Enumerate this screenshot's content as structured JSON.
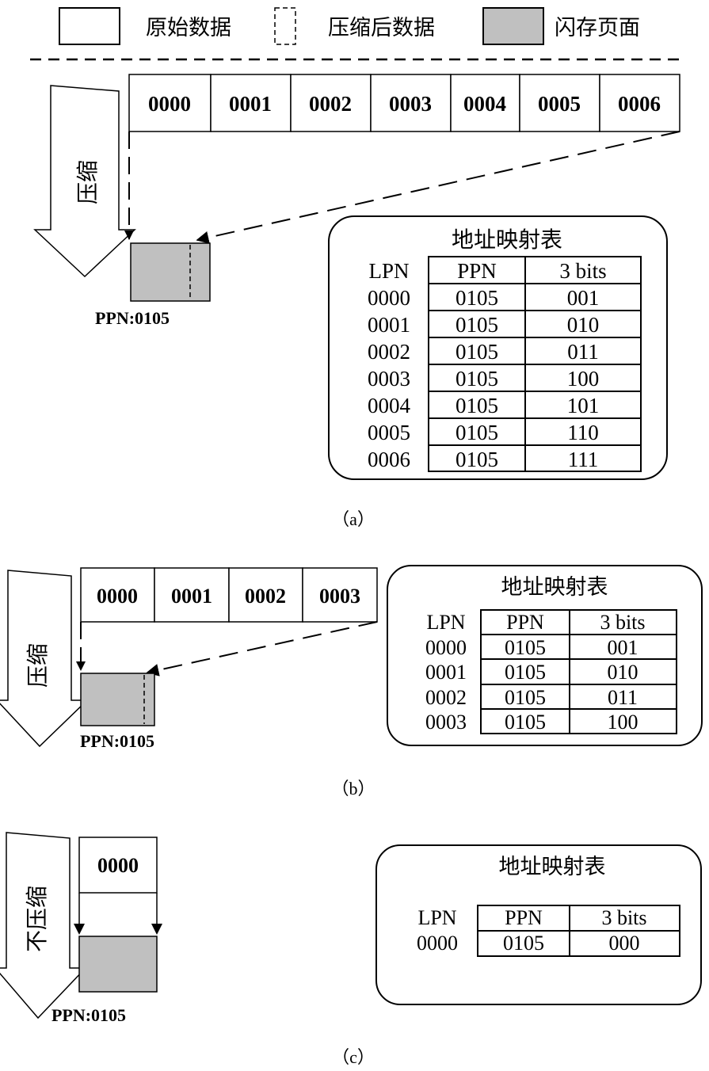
{
  "legend": {
    "original": "原始数据",
    "compressed": "压缩后数据",
    "flash_page": "闪存页面"
  },
  "panels": [
    {
      "caption": "（a）",
      "arrow_label": "压缩",
      "blocks": [
        "0000",
        "0001",
        "0002",
        "0003",
        "0004",
        "0005",
        "0006"
      ],
      "page_label": "PPN:0105",
      "table": {
        "title": "地址映射表",
        "columns": [
          "LPN",
          "PPN",
          "3 bits"
        ],
        "rows": [
          [
            "0000",
            "0105",
            "001"
          ],
          [
            "0001",
            "0105",
            "010"
          ],
          [
            "0002",
            "0105",
            "011"
          ],
          [
            "0003",
            "0105",
            "100"
          ],
          [
            "0004",
            "0105",
            "101"
          ],
          [
            "0005",
            "0105",
            "110"
          ],
          [
            "0006",
            "0105",
            "111"
          ]
        ]
      }
    },
    {
      "caption": "（b）",
      "arrow_label": "压缩",
      "blocks": [
        "0000",
        "0001",
        "0002",
        "0003"
      ],
      "page_label": "PPN:0105",
      "table": {
        "title": "地址映射表",
        "columns": [
          "LPN",
          "PPN",
          "3 bits"
        ],
        "rows": [
          [
            "0000",
            "0105",
            "001"
          ],
          [
            "0001",
            "0105",
            "010"
          ],
          [
            "0002",
            "0105",
            "011"
          ],
          [
            "0003",
            "0105",
            "100"
          ]
        ]
      }
    },
    {
      "caption": "（c）",
      "arrow_label": "不压缩",
      "blocks": [
        "0000"
      ],
      "page_label": "PPN:0105",
      "table": {
        "title": "地址映射表",
        "columns": [
          "LPN",
          "PPN",
          "3 bits"
        ],
        "rows": [
          [
            "0000",
            "0105",
            "000"
          ]
        ]
      }
    }
  ]
}
